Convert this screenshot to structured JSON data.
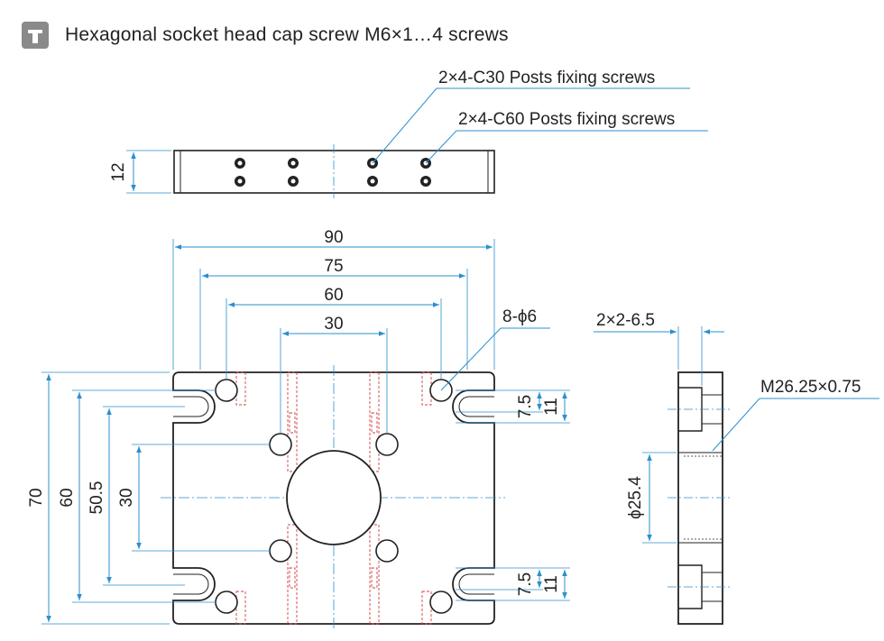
{
  "header": {
    "icon": "screw-icon",
    "title": "Hexagonal socket head cap screw M6×1…4 screws"
  },
  "callouts": {
    "c30": "2×4-C30 Posts fixing screws",
    "c60": "2×4-C60 Posts fixing screws",
    "holes": "8-ϕ6",
    "side_holes": "2×2-6.5",
    "thread": "M26.25×0.75"
  },
  "dimensions": {
    "height_top": "12",
    "w90": "90",
    "w75": "75",
    "w60": "60",
    "w30": "30",
    "h70": "70",
    "h60": "60",
    "h50_5": "50.5",
    "h30": "30",
    "s7_5_top": "7.5",
    "s11_top": "11",
    "s7_5_bot": "7.5",
    "s11_bot": "11",
    "dia25_4": "ϕ25.4"
  },
  "colors": {
    "line": "#222222",
    "dimension": "#2b8fce",
    "centerline": "#2b8fce",
    "hidden": "#d04040"
  }
}
